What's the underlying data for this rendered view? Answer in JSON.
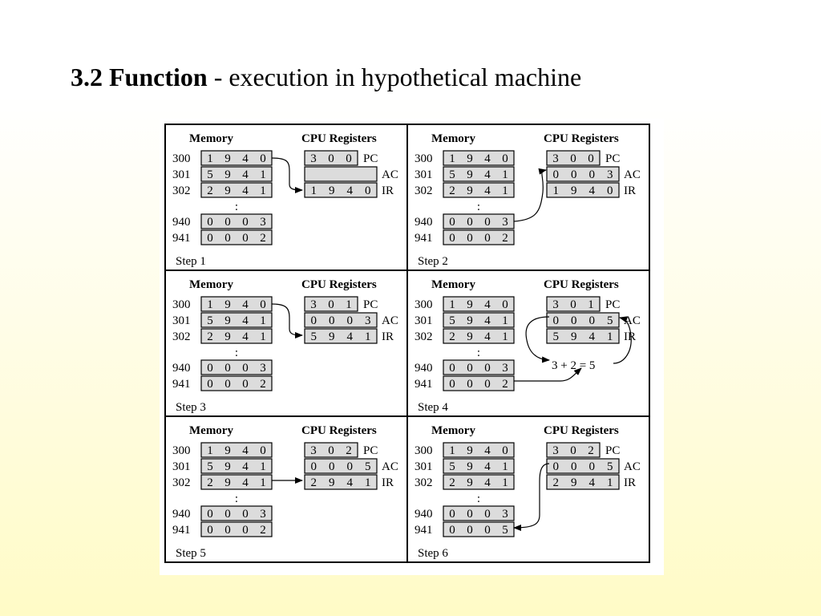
{
  "title": {
    "bold_part": "3.2 Function",
    "rest": " - execution in hypothetical machine"
  },
  "figure": {
    "memory_heading": "Memory",
    "cpu_heading": "CPU Registers",
    "steps": [
      {
        "label": "Step 1",
        "memory": [
          {
            "addr": "300",
            "digits": [
              "1",
              "9",
              "4",
              "0"
            ]
          },
          {
            "addr": "301",
            "digits": [
              "5",
              "9",
              "4",
              "1"
            ]
          },
          {
            "addr": "302",
            "digits": [
              "2",
              "9",
              "4",
              "1"
            ]
          },
          {
            "addr": "940",
            "digits": [
              "0",
              "0",
              "0",
              "3"
            ]
          },
          {
            "addr": "941",
            "digits": [
              "0",
              "0",
              "0",
              "2"
            ]
          }
        ],
        "registers": [
          {
            "name": "PC",
            "digits": [
              "3",
              "0",
              "0"
            ]
          },
          {
            "name": "AC",
            "digits": []
          },
          {
            "name": "IR",
            "digits": [
              "1",
              "9",
              "4",
              "0"
            ]
          }
        ]
      },
      {
        "label": "Step 2",
        "memory": [
          {
            "addr": "300",
            "digits": [
              "1",
              "9",
              "4",
              "0"
            ]
          },
          {
            "addr": "301",
            "digits": [
              "5",
              "9",
              "4",
              "1"
            ]
          },
          {
            "addr": "302",
            "digits": [
              "2",
              "9",
              "4",
              "1"
            ]
          },
          {
            "addr": "940",
            "digits": [
              "0",
              "0",
              "0",
              "3"
            ]
          },
          {
            "addr": "941",
            "digits": [
              "0",
              "0",
              "0",
              "2"
            ]
          }
        ],
        "registers": [
          {
            "name": "PC",
            "digits": [
              "3",
              "0",
              "0"
            ]
          },
          {
            "name": "AC",
            "digits": [
              "0",
              "0",
              "0",
              "3"
            ]
          },
          {
            "name": "IR",
            "digits": [
              "1",
              "9",
              "4",
              "0"
            ]
          }
        ]
      },
      {
        "label": "Step 3",
        "memory": [
          {
            "addr": "300",
            "digits": [
              "1",
              "9",
              "4",
              "0"
            ]
          },
          {
            "addr": "301",
            "digits": [
              "5",
              "9",
              "4",
              "1"
            ]
          },
          {
            "addr": "302",
            "digits": [
              "2",
              "9",
              "4",
              "1"
            ]
          },
          {
            "addr": "940",
            "digits": [
              "0",
              "0",
              "0",
              "3"
            ]
          },
          {
            "addr": "941",
            "digits": [
              "0",
              "0",
              "0",
              "2"
            ]
          }
        ],
        "registers": [
          {
            "name": "PC",
            "digits": [
              "3",
              "0",
              "1"
            ]
          },
          {
            "name": "AC",
            "digits": [
              "0",
              "0",
              "0",
              "3"
            ]
          },
          {
            "name": "IR",
            "digits": [
              "5",
              "9",
              "4",
              "1"
            ]
          }
        ]
      },
      {
        "label": "Step 4",
        "memory": [
          {
            "addr": "300",
            "digits": [
              "1",
              "9",
              "4",
              "0"
            ]
          },
          {
            "addr": "301",
            "digits": [
              "5",
              "9",
              "4",
              "1"
            ]
          },
          {
            "addr": "302",
            "digits": [
              "2",
              "9",
              "4",
              "1"
            ]
          },
          {
            "addr": "940",
            "digits": [
              "0",
              "0",
              "0",
              "3"
            ]
          },
          {
            "addr": "941",
            "digits": [
              "0",
              "0",
              "0",
              "2"
            ]
          }
        ],
        "registers": [
          {
            "name": "PC",
            "digits": [
              "3",
              "0",
              "1"
            ]
          },
          {
            "name": "AC",
            "digits": [
              "0",
              "0",
              "0",
              "5"
            ]
          },
          {
            "name": "IR",
            "digits": [
              "5",
              "9",
              "4",
              "1"
            ]
          }
        ],
        "equation": "3 + 2 = 5"
      },
      {
        "label": "Step 5",
        "memory": [
          {
            "addr": "300",
            "digits": [
              "1",
              "9",
              "4",
              "0"
            ]
          },
          {
            "addr": "301",
            "digits": [
              "5",
              "9",
              "4",
              "1"
            ]
          },
          {
            "addr": "302",
            "digits": [
              "2",
              "9",
              "4",
              "1"
            ]
          },
          {
            "addr": "940",
            "digits": [
              "0",
              "0",
              "0",
              "3"
            ]
          },
          {
            "addr": "941",
            "digits": [
              "0",
              "0",
              "0",
              "2"
            ]
          }
        ],
        "registers": [
          {
            "name": "PC",
            "digits": [
              "3",
              "0",
              "2"
            ]
          },
          {
            "name": "AC",
            "digits": [
              "0",
              "0",
              "0",
              "5"
            ]
          },
          {
            "name": "IR",
            "digits": [
              "2",
              "9",
              "4",
              "1"
            ]
          }
        ]
      },
      {
        "label": "Step 6",
        "memory": [
          {
            "addr": "300",
            "digits": [
              "1",
              "9",
              "4",
              "0"
            ]
          },
          {
            "addr": "301",
            "digits": [
              "5",
              "9",
              "4",
              "1"
            ]
          },
          {
            "addr": "302",
            "digits": [
              "2",
              "9",
              "4",
              "1"
            ]
          },
          {
            "addr": "940",
            "digits": [
              "0",
              "0",
              "0",
              "3"
            ]
          },
          {
            "addr": "941",
            "digits": [
              "0",
              "0",
              "0",
              "5"
            ]
          }
        ],
        "registers": [
          {
            "name": "PC",
            "digits": [
              "3",
              "0",
              "2"
            ]
          },
          {
            "name": "AC",
            "digits": [
              "0",
              "0",
              "0",
              "5"
            ]
          },
          {
            "name": "IR",
            "digits": [
              "2",
              "9",
              "4",
              "1"
            ]
          }
        ]
      }
    ]
  },
  "colors": {
    "cell_fill": "#dcdcdc",
    "line": "#000000",
    "background_bottom": "#fffbc6"
  }
}
